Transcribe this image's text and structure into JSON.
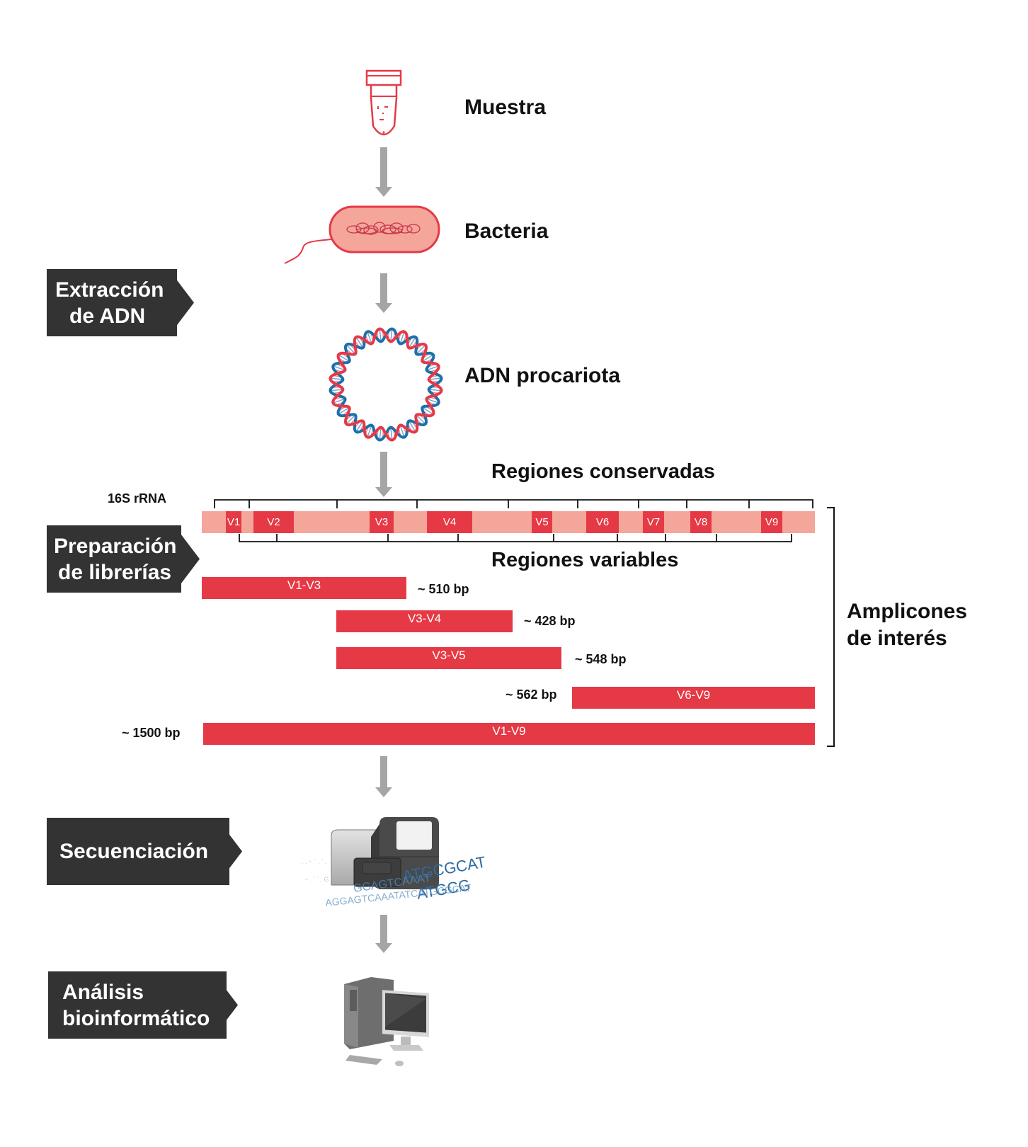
{
  "steps": {
    "sample": "Muestra",
    "bacteria": "Bacteria",
    "dna": "ADN procariota"
  },
  "stages": [
    {
      "line1": "Extracción",
      "line2": "de ADN"
    },
    {
      "line1": "Preparación",
      "line2": "de librerías"
    },
    {
      "line1": "Secuenciación",
      "line2": ""
    },
    {
      "line1": "Análisis",
      "line2": "bioinformático"
    }
  ],
  "gene": {
    "name": "16S rRNA",
    "conserved_label": "Regiones conservadas",
    "variable_label": "Regiones variables",
    "variable_regions": [
      "V1",
      "V2",
      "V3",
      "V4",
      "V5",
      "V6",
      "V7",
      "V8",
      "V9"
    ]
  },
  "amplicons": {
    "title_line1": "Amplicones",
    "title_line2": "de interés",
    "items": [
      {
        "name": "V1-V3",
        "size": "~ 510 bp"
      },
      {
        "name": "V3-V4",
        "size": "~ 428 bp"
      },
      {
        "name": "V3-V5",
        "size": "~ 548 bp"
      },
      {
        "name": "V6-V9",
        "size": "~ 562 bp"
      },
      {
        "name": "V1-V9",
        "size": "~ 1500 bp"
      }
    ]
  },
  "sequencer": {
    "dna_text_lines": [
      "AGGAGTCAAATATCATGCGCAT",
      "GCGAGTCAAATATCATGCG",
      "AGGAGTCAAATATCATGCGCAT"
    ]
  },
  "colors": {
    "accent_red": "#e63946",
    "light_red": "#f4a69b",
    "stage_bg": "#333333",
    "arrow_gray": "#a5a5a5",
    "dna_blue": "#1f6fa8"
  }
}
